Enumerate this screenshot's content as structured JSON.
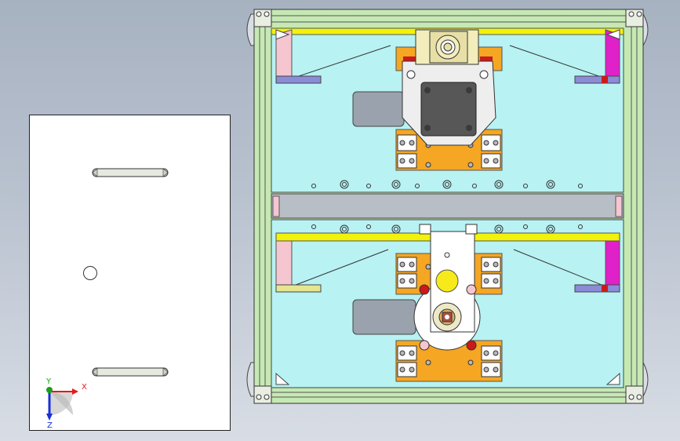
{
  "app": {
    "view": "cad-top-view"
  },
  "colors": {
    "background_top": "#a7b2c1",
    "background_bottom": "#d8dde5",
    "frame": "#c6e9b4",
    "deck": "#b8f2f2",
    "rail": "#f2f20a",
    "bracket_orange": "#f5a623",
    "motor_block": "#575757",
    "magenta": "#e020c8",
    "pink": "#f5c6d0",
    "violet": "#8b8bd8",
    "marker_red": "#cc1a1a",
    "marker_yellow": "#f7ea1a",
    "slot_gray": "#9aa3ad"
  },
  "plate": {
    "features": [
      "slot-top",
      "round-hole",
      "slot-bottom"
    ]
  },
  "triad": {
    "x_label": "X",
    "y_label": "Y",
    "z_label": "Z",
    "x_color": "#e81818",
    "y_color": "#1aa01a",
    "z_color": "#1830d8"
  }
}
